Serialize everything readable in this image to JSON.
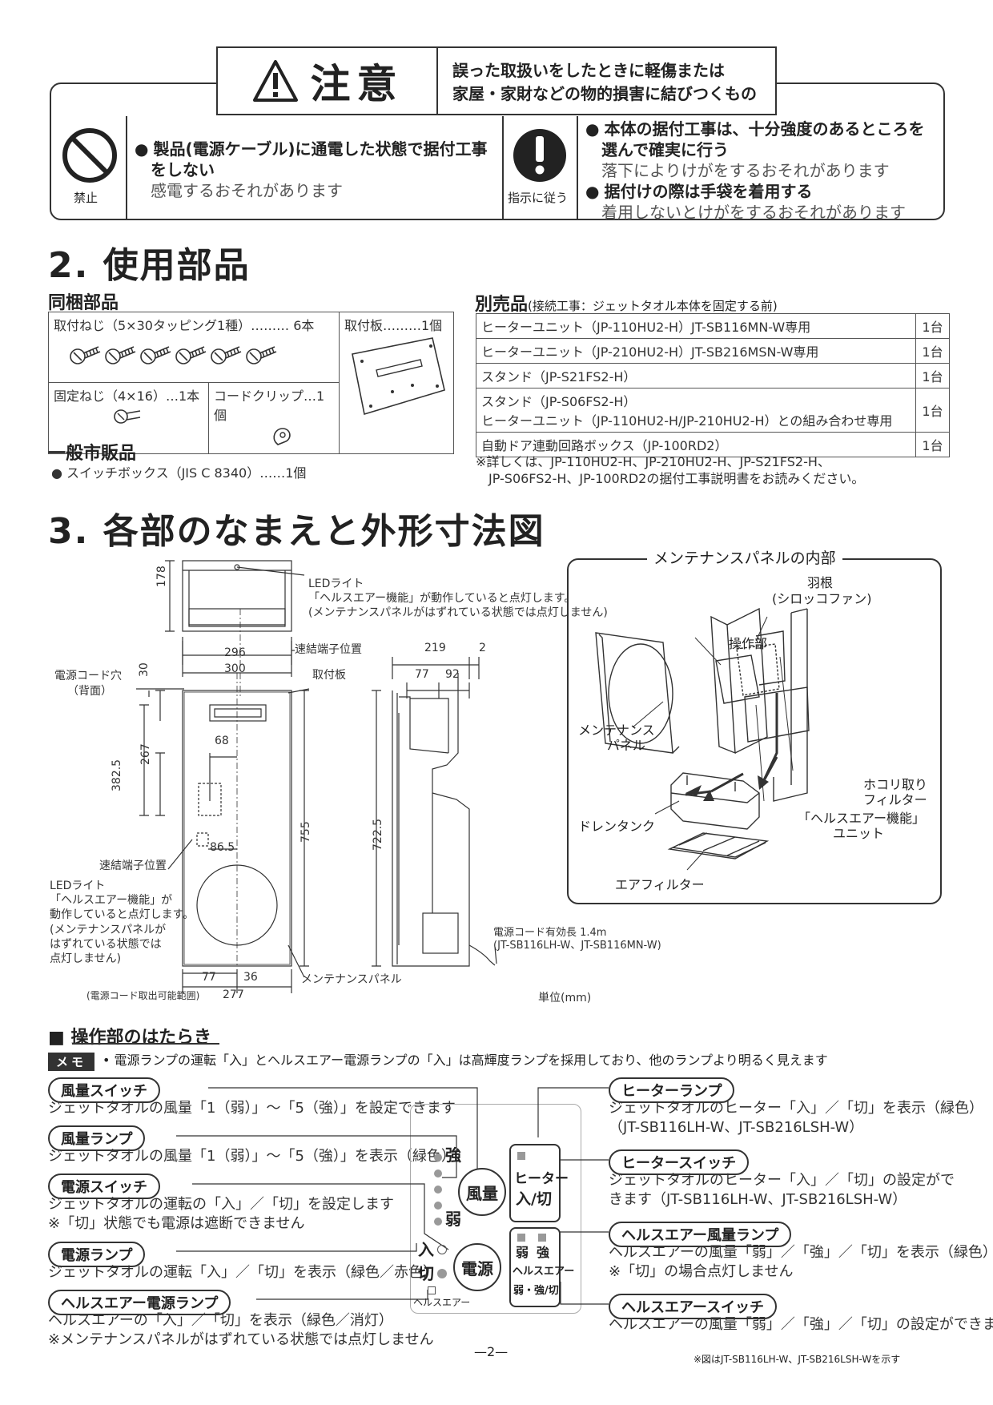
{
  "caution": {
    "title": "注意",
    "desc_line1": "誤った取扱いをしたときに軽傷または",
    "desc_line2": "家屋・家財などの物的損害に結びつくもの",
    "prohibit_label": "禁止",
    "prohibit_text1": "製品(電源ケーブル)に通電した状態で据付工事",
    "prohibit_text2": "をしない",
    "prohibit_note": "感電するおそれがあります",
    "instruct_label": "指示に従う",
    "instruct_text1a": "本体の据付工事は、十分強度のあるところを",
    "instruct_text1b": "選んで確実に行う",
    "instruct_note1": "落下によりけがをするおそれがあります",
    "instruct_text2": "据付けの際は手袋を着用する",
    "instruct_note2": "着用しないとけがをするおそれがあります"
  },
  "section2": {
    "heading": "2. 使用部品",
    "included_heading": "同梱部品",
    "included": {
      "screws": "取付ねじ（5×30タッピング1種）……… 6本",
      "plate": "取付板………1個",
      "fix_screw": "固定ねじ（4×16）…1本",
      "cord_clip": "コードクリップ…1個"
    },
    "optional_heading": "別売品",
    "optional_sub": "(接続工事：ジェットタオル本体を固定する前)",
    "optional_rows": [
      {
        "name": "ヒーターユニット（JP-110HU2-H）JT-SB116MN-W専用",
        "qty": "1台"
      },
      {
        "name": "ヒーターユニット（JP-210HU2-H）JT-SB216MSN-W専用",
        "qty": "1台"
      },
      {
        "name": "スタンド（JP-S21FS2-H）",
        "qty": "1台"
      },
      {
        "name": "スタンド（JP-S06FS2-H）",
        "name2": "ヒーターユニット（JP-110HU2-H/JP-210HU2-H）との組み合わせ専用",
        "qty": "1台"
      },
      {
        "name": "自動ドア連動回路ボックス（JP-100RD2）",
        "qty": "1台"
      }
    ],
    "optional_note1": "※詳しくは、JP-110HU2-H、JP-210HU2-H、JP-S21FS2-H、",
    "optional_note2": "JP-S06FS2-H、JP-100RD2の据付工事説明書をお読みください。",
    "general_heading": "一般市販品",
    "general_item": "● スイッチボックス（JIS C 8340）……1個"
  },
  "section3": {
    "heading": "3. 各部のなまえと外形寸法図",
    "led_top_1": "LEDライト",
    "led_top_2": "「ヘルスエアー機能」が動作していると点灯します。",
    "led_top_3": "(メンテナンスパネルがはずれている状態では点灯しません)",
    "dim_178": "178",
    "dim_296": "296",
    "dim_300": "300",
    "terminal_pos_top": "速結端子位置",
    "mount_plate": "取付板",
    "cord_hole_1": "電源コード穴",
    "cord_hole_2": "（背面）",
    "dim_30": "30",
    "dim_68": "68",
    "dim_267": "267",
    "dim_382": "382.5",
    "dim_755": "755",
    "dim_865": "86.5",
    "terminal_pos_mid": "速結端子位置",
    "led_side_1": "LEDライト",
    "led_side_2": "「ヘルスエアー機能」が",
    "led_side_3": "動作していると点灯します。",
    "led_side_4": "(メンテナンスパネルが",
    "led_side_5": "はずれている状態では",
    "led_side_6": "点灯しません)",
    "dim_77b": "77",
    "dim_36": "36",
    "dim_277": "277",
    "cord_range": "(電源コード取出可能範囲)",
    "maint_panel": "メンテナンスパネル",
    "dim_219": "219",
    "dim_2": "2",
    "dim_77": "77",
    "dim_92": "92",
    "dim_7225": "722.5",
    "cord_len_1": "電源コード有効長 1.4m",
    "cord_len_2": "(JT-SB116LH-W、JT-SB116MN-W)",
    "unit": "単位(mm)",
    "inside_title": "メンテナンスパネルの内部",
    "fan_1": "羽根",
    "fan_2": "(シロッコファン)",
    "control": "操作部",
    "panel_1": "メンテナンス",
    "panel_2": "パネル",
    "dust_1": "ホコリ取り",
    "dust_2": "フィルター",
    "drain": "ドレンタンク",
    "health_1": "「ヘルスエアー機能」",
    "health_2": "ユニット",
    "air_filter": "エアフィルター"
  },
  "section4": {
    "heading": "■ 操作部のはたらき",
    "memo_tag": "メモ",
    "memo_text": "• 電源ランプの運転「入」とヘルスエアー電源ランプの「入」は高輝度ランプを採用しており、他のランプより明るく見えます",
    "items_left": [
      {
        "label": "風量スイッチ",
        "d1": "ジェットタオルの風量「1（弱）」〜「5（強）」を設定できます",
        "d2": ""
      },
      {
        "label": "風量ランプ",
        "d1": "ジェットタオルの風量「1（弱）」〜「5（強）」を表示（緑色）",
        "d2": ""
      },
      {
        "label": "電源スイッチ",
        "d1": "ジェットタオルの運転の「入」／「切」を設定します",
        "d2": "※「切」状態でも電源は遮断できません"
      },
      {
        "label": "電源ランプ",
        "d1": "ジェットタオルの運転「入」／「切」を表示（緑色／赤色）",
        "d2": ""
      },
      {
        "label": "ヘルスエアー電源ランプ",
        "d1": "ヘルスエアーの「入」／「切」を表示（緑色／消灯）",
        "d2": "※メンテナンスパネルがはずれている状態では点灯しません"
      }
    ],
    "items_right": [
      {
        "label": "ヒーターランプ",
        "d1": "ジェットタオルのヒーター「入」／「切」を表示（緑色）",
        "d2": "（JT-SB116LH-W、JT-SB216LSH-W）"
      },
      {
        "label": "ヒータースイッチ",
        "d1": "ジェットタオルのヒーター「入」／「切」の設定がで",
        "d2": "きます（JT-SB116LH-W、JT-SB216LSH-W）"
      },
      {
        "label": "ヘルスエアー風量ランプ",
        "d1": "ヘルスエアーの風量「弱」／「強」／「切」を表示（緑色）",
        "d2": "※「切」の場合点灯しません"
      },
      {
        "label": "ヘルスエアースイッチ",
        "d1": "ヘルスエアーの風量「弱」／「強」／「切」の設定ができます",
        "d2": ""
      }
    ],
    "panel": {
      "strong": "強",
      "weak": "弱",
      "airflow_btn": "風量",
      "on": "入",
      "off": "切",
      "power_btn": "電源",
      "health_lamp": "ヘルスエアー",
      "heater_btn_1": "ヒーター",
      "heater_btn_2": "入/切",
      "ha_weak": "弱",
      "ha_strong": "強",
      "ha_btn_1": "ヘルスエアー",
      "ha_btn_2": "弱・強/切"
    },
    "page_num": "—2—",
    "footnote": "※図はJT-SB116LH-W、JT-SB216LSH-Wを示す"
  }
}
